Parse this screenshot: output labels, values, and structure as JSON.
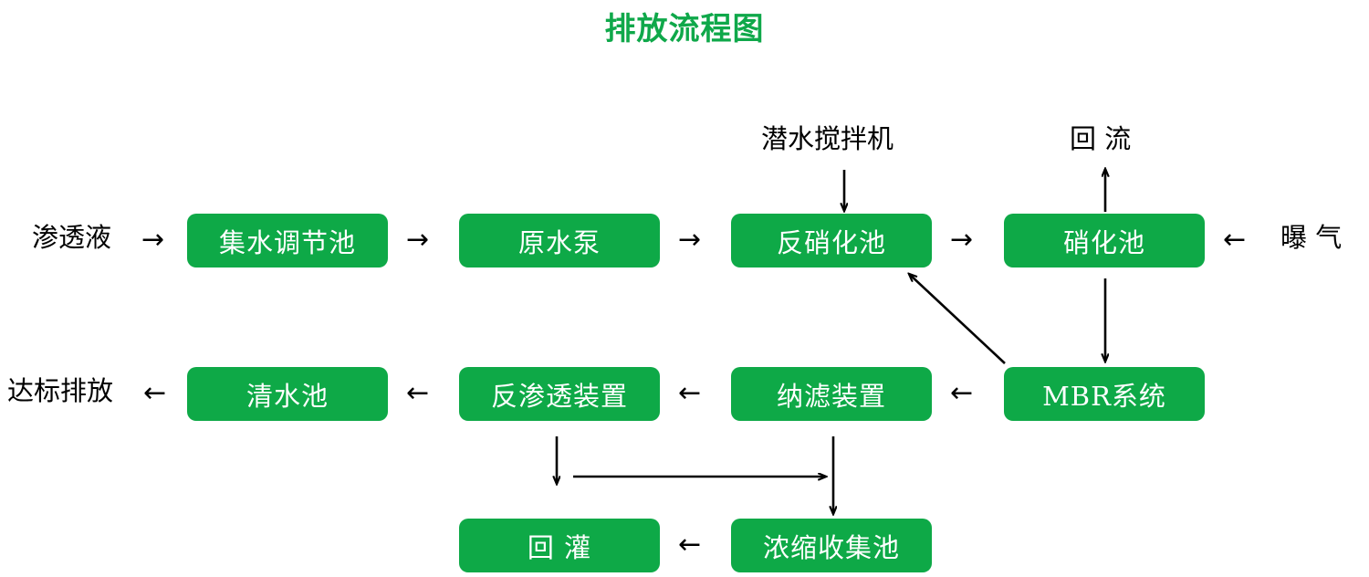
{
  "title": "排放流程图",
  "colors": {
    "node_fill": "#0ea947",
    "node_text": "#ffffff",
    "title": "#0fa84a",
    "arrow": "#000000",
    "background": "#ffffff"
  },
  "nodes": {
    "collection_tank": "集水调节池",
    "raw_water_pump": "原水泵",
    "denitrification_tank": "反硝化池",
    "nitrification_tank": "硝化池",
    "mbr_system": "MBR系统",
    "nanofiltration": "纳滤装置",
    "reverse_osmosis": "反渗透装置",
    "clean_water_tank": "清水池",
    "concentrate_tank": "浓缩收集池",
    "backfill": "回 灌"
  },
  "labels": {
    "influent": "渗透液",
    "submersible_mixer": "潜水搅拌机",
    "reflux": "回 流",
    "aeration": "曝 气",
    "compliant_discharge": "达标排放"
  },
  "arrow_glyphs": {
    "right": "→",
    "left": "←"
  },
  "flow": {
    "row1": [
      "集水调节池",
      "原水泵",
      "反硝化池",
      "硝化池"
    ],
    "row2": [
      "MBR系统",
      "纳滤装置",
      "反渗透装置",
      "清水池"
    ],
    "row3": [
      "浓缩收集池",
      "回 灌"
    ],
    "connections": [
      "渗透液 → 集水调节池",
      "集水调节池 → 原水泵",
      "原水泵 → 反硝化池",
      "反硝化池 → 硝化池",
      "曝 气 → 硝化池",
      "潜水搅拌机 → 反硝化池",
      "硝化池 → 回 流",
      "硝化池 → MBR系统",
      "MBR系统 → 反硝化池",
      "MBR系统 → 纳滤装置",
      "纳滤装置 → 反渗透装置",
      "反渗透装置 → 清水池",
      "清水池 → 达标排放",
      "反渗透装置 → 浓缩收集池",
      "纳滤装置 → 浓缩收集池",
      "浓缩收集池 → 回 灌"
    ]
  }
}
